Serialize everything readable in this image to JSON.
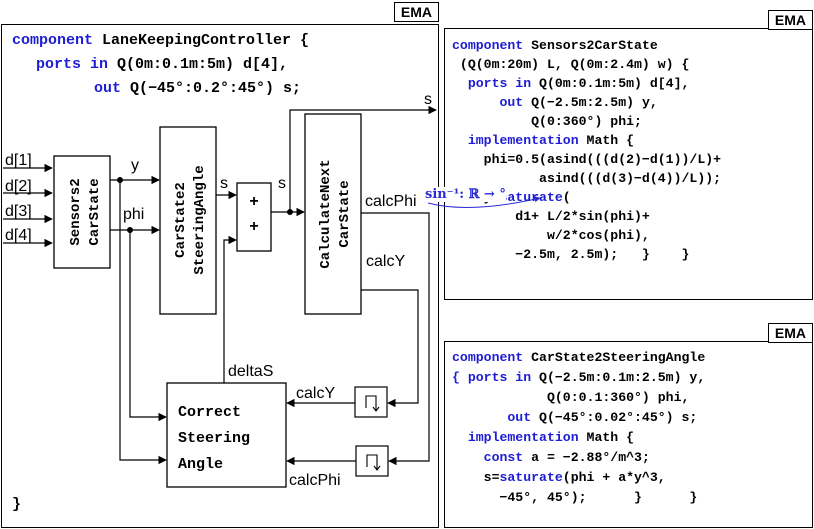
{
  "left": {
    "tag": "EMA",
    "code": {
      "l1_kw": "component",
      "l1_rest": " LaneKeepingController {",
      "l2_kw": "ports in",
      "l2_rest": " Q(0m:0.1m:5m) d[4],",
      "l3_kw": "out",
      "l3_rest": " Q(−45°:0.2°:45°) s;",
      "close": "}"
    },
    "inputs": [
      "d[1]",
      "d[2]",
      "d[3]",
      "d[4]"
    ],
    "blocks": {
      "sensors": [
        "Sensors2",
        "CarState"
      ],
      "steer": [
        "CarState2",
        "SteeringAngle"
      ],
      "plus": [
        "+",
        "+"
      ],
      "next": [
        "CalculateNext",
        "CarState"
      ],
      "correct": [
        "Correct",
        "Steering",
        "Angle"
      ]
    },
    "signals": {
      "y": "y",
      "phi": "phi",
      "s1": "s",
      "s2": "s",
      "s_out": "s",
      "calcPhi": "calcPhi",
      "calcY": "calcY",
      "deltaS": "deltaS",
      "calcY2": "calcY",
      "calcPhi2": "calcPhi"
    }
  },
  "right_top": {
    "tag": "EMA",
    "lines": [
      {
        "kw": "component",
        "rest": " Sensors2CarState"
      },
      {
        "kw": "",
        "rest": " (Q(0m:20m) L, Q(0m:2.4m) w) {"
      },
      {
        "kw": "  ports in",
        "rest": " Q(0m:0.1m:5m) d[4],"
      },
      {
        "kw": "      out",
        "rest": " Q(−2.5m:2.5m) y,"
      },
      {
        "kw": "",
        "rest": "          Q(0:360°) phi;"
      },
      {
        "kw": "  implementation",
        "rest": " Math {"
      },
      {
        "kw": "",
        "rest": "    phi=0.5(asind(((d(2)−d(1))/L)+"
      },
      {
        "kw": "",
        "rest": "           asind(((d(3)−d(4))/L));"
      },
      {
        "kw": "",
        "rest": "    y=",
        "kw2": "saturate",
        "rest2": "("
      },
      {
        "kw": "",
        "rest": "        d1+ L/2*sin(phi)+"
      },
      {
        "kw": "",
        "rest": "            w/2*cos(phi),"
      },
      {
        "kw": "",
        "rest": "        −2.5m, 2.5m);   }    }"
      }
    ],
    "annotation": "sin⁻¹: ℝ → °"
  },
  "right_bottom": {
    "tag": "EMA",
    "lines": [
      {
        "kw": "component",
        "rest": " CarState2SteeringAngle"
      },
      {
        "kw": "{ ports in",
        "rest": " Q(−2.5m:0.1m:2.5m) y,"
      },
      {
        "kw": "",
        "rest": "            Q(0:0.1:360°) phi,"
      },
      {
        "kw": "       out",
        "rest": " Q(−45°:0.02°:45°) s;"
      },
      {
        "kw": "  implementation",
        "rest": " Math {"
      },
      {
        "kw": "    const",
        "rest": " a = −2.88°/m^3;"
      },
      {
        "kw": "",
        "rest": "    s=",
        "kw2": "saturate",
        "rest2": "(phi + a*y^3,"
      },
      {
        "kw": "",
        "rest": "      −45°, 45°);      }      }"
      }
    ]
  }
}
